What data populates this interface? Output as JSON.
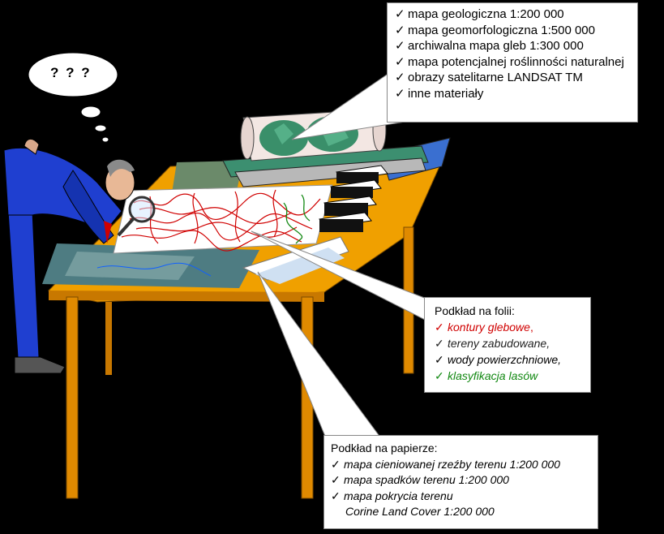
{
  "thought_bubble": "? ? ?",
  "sources_box": {
    "items": [
      "mapa geologiczna 1:200 000",
      "mapa geomorfologiczna 1:500 000",
      "archiwalna mapa gleb 1:300 000",
      "mapa potencjalnej roślinności naturalnej",
      "obrazy satelitarne LANDSAT TM",
      "inne materiały"
    ]
  },
  "foil_box": {
    "title": "Podkład na folii:",
    "items": [
      {
        "label": "kontury glebowe",
        "suffix": ",",
        "color": "#d00000"
      },
      {
        "label": "tereny zabudowane,",
        "suffix": "",
        "color": "#222222"
      },
      {
        "label": "wody powierzchniowe,",
        "suffix": "",
        "color": "#000000"
      },
      {
        "label": "klasyfikacja lasów",
        "suffix": "",
        "color": "#118811"
      }
    ]
  },
  "paper_box": {
    "title": "Podkład na papierze:",
    "items": [
      "mapa cieniowanej rzeźby terenu 1:200 000",
      "mapa spadków terenu 1:200 000",
      "mapa pokrycia terenu"
    ],
    "continuation": "Corine Land Cover 1:200 000"
  },
  "check_mark": "✓",
  "colors": {
    "background": "#000000",
    "table_top": "#f0a000",
    "table_legs": "#e08a00",
    "suit": "#1f3fd0",
    "callout": "#ffffff",
    "soil_contours": "#d00000",
    "forests": "#118811"
  }
}
